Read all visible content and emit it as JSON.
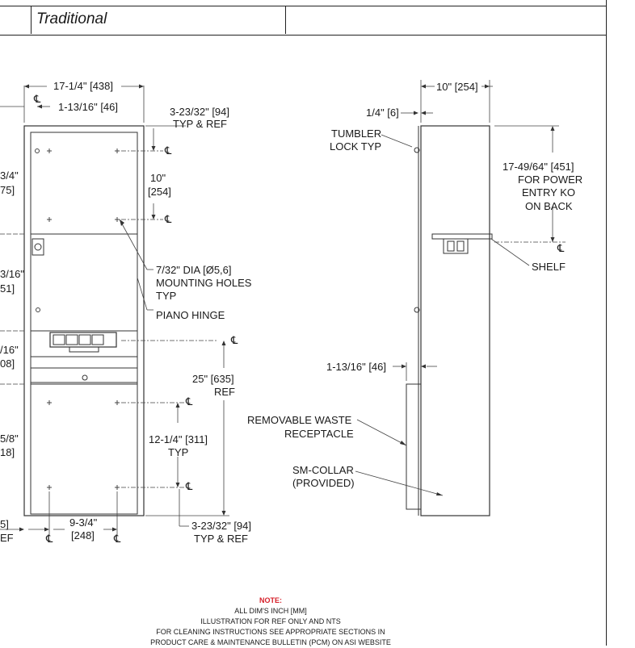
{
  "header": {
    "style_label": "Traditional"
  },
  "front_view": {
    "dims": {
      "overall_width": "17-1/4\" [438]",
      "centerline_offset": "1-13/16\" [46]",
      "top_ref_1": "3-23/32\" [94]",
      "top_ref_2": "TYP & REF",
      "hole_spacing_1": "10\"",
      "hole_spacing_2": "[254]",
      "mounting_1": "7/32\" DIA [Ø5,6]",
      "mounting_2": "MOUNTING HOLES",
      "mounting_3": "TYP",
      "piano_hinge": "PIANO HINGE",
      "ref_height_1": "25\" [635]",
      "ref_height_2": "REF",
      "lower_spacing_1": "12-1/4\" [311]",
      "lower_spacing_2": "TYP",
      "bottom_ref_1": "3-23/32\" [94]",
      "bottom_ref_2": "TYP & REF",
      "bottom_width_1": "9-3/4\"",
      "bottom_width_2": "[248]",
      "left_cut_1a": "3/4\"",
      "left_cut_1b": "75]",
      "left_cut_2a": "3/16\"",
      "left_cut_2b": "51]",
      "left_cut_3a": "/16\"",
      "left_cut_3b": "08]",
      "left_cut_4a": "5/8\"",
      "left_cut_4b": "18]",
      "left_cut_5a": "5]",
      "left_cut_5b": "EF",
      "centerline_symbol": "℄"
    }
  },
  "side_view": {
    "dims": {
      "depth": "10\" [254]",
      "flange": "1/4\" [6]",
      "tumbler_1": "TUMBLER",
      "tumbler_2": "LOCK TYP",
      "power_1": "17-49/64\" [451]",
      "power_2": "FOR POWER",
      "power_3": "ENTRY KO",
      "power_4": "ON BACK",
      "shelf": "SHELF",
      "collar_offset": "1-13/16\" [46]",
      "waste_1": "REMOVABLE WASTE",
      "waste_2": "RECEPTACLE",
      "smcollar_1": "SM-COLLAR",
      "smcollar_2": "(PROVIDED)"
    }
  },
  "notes": {
    "title": "NOTE:",
    "line1": "ALL DIM'S INCH [MM]",
    "line2": "ILLUSTRATION FOR REF ONLY AND NTS",
    "line3": "FOR CLEANING INSTRUCTIONS SEE APPROPRIATE SECTIONS IN",
    "line4": "PRODUCT CARE & MAINTENANCE BULLETIN (PCM) ON ASI WEBSITE"
  }
}
